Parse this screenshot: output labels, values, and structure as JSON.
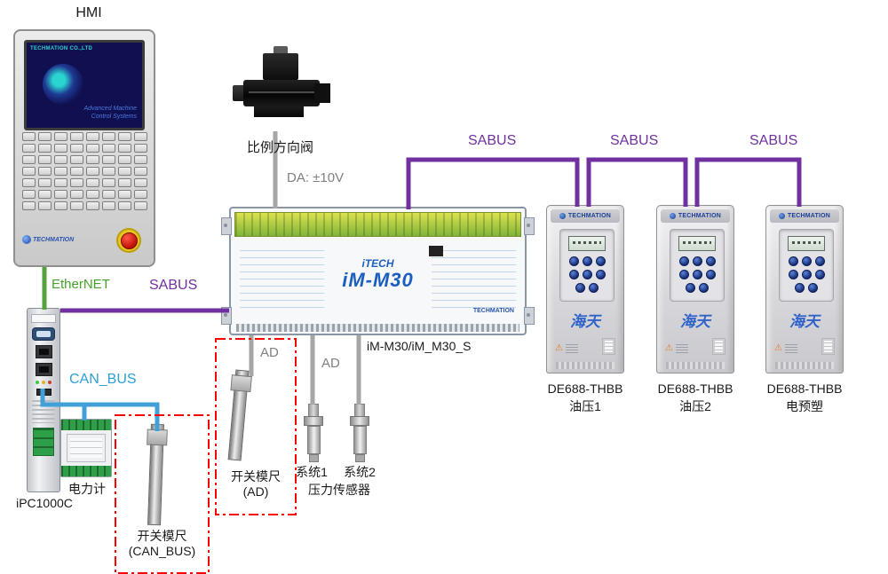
{
  "hmi": {
    "title": "HMI",
    "screen": {
      "brand": "TECHMATION CO.,LTD",
      "tagline1": "Advanced Machine",
      "tagline2": "Control Systems"
    },
    "footer_brand": "TECHMATION"
  },
  "ipc": {
    "label": "iPC1000C"
  },
  "power_meter": {
    "label": "电力计"
  },
  "valve": {
    "label": "比例方向阀"
  },
  "module": {
    "brand": "iTECH",
    "model": "iM-M30",
    "brand2": "TECHMATION",
    "caption": "iM-M30/iM_M30_S"
  },
  "buses": {
    "ethernet": "EtherNET",
    "sabus": "SABUS",
    "can": "CAN_BUS",
    "da": "DA: ±10V",
    "ad": "AD"
  },
  "scales": {
    "ad": {
      "line1": "开关模尺",
      "line2": "(AD)"
    },
    "can": {
      "line1": "开关模尺",
      "line2": "(CAN_BUS)"
    }
  },
  "sensors": {
    "sys1": "系统1",
    "sys2": "系统2",
    "label": "压力传感器"
  },
  "drives": [
    {
      "model": "DE688-THBB",
      "name": "油压1",
      "brand": "TECHMATION",
      "logo": "海天"
    },
    {
      "model": "DE688-THBB",
      "name": "油压2",
      "brand": "TECHMATION",
      "logo": "海天"
    },
    {
      "model": "DE688-THBB",
      "name": "电预塑",
      "brand": "TECHMATION",
      "logo": "海天"
    }
  ],
  "icons": {
    "warning": "⚠"
  },
  "colors": {
    "sabus": "#7030a0",
    "ethernet": "#55a33b",
    "can_bus": "#41a0d8",
    "signal_gray": "#a6a6a6",
    "alert_red": "#ff0000"
  }
}
